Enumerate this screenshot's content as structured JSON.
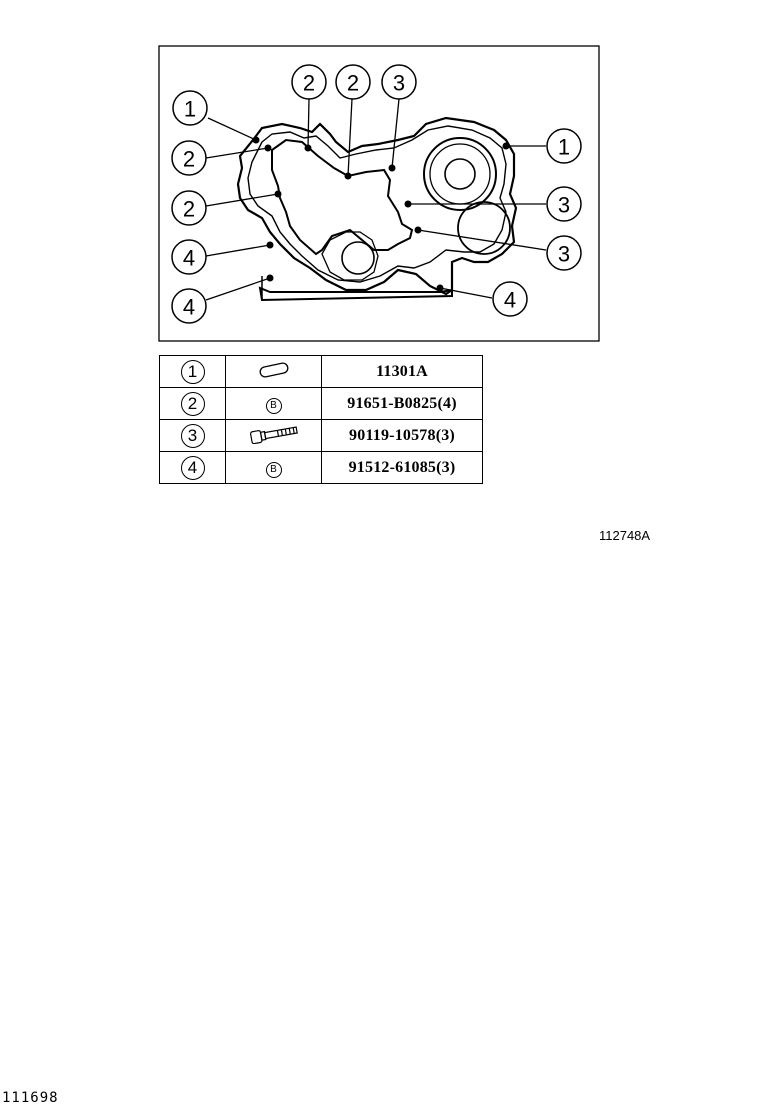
{
  "callouts": [
    {
      "label": "1"
    },
    {
      "label": "2"
    },
    {
      "label": "2"
    },
    {
      "label": "4"
    },
    {
      "label": "4"
    },
    {
      "label": "2"
    },
    {
      "label": "2"
    },
    {
      "label": "3"
    },
    {
      "label": "1"
    },
    {
      "label": "3"
    },
    {
      "label": "3"
    },
    {
      "label": "4"
    }
  ],
  "parts_table": {
    "rows": [
      {
        "num": "1",
        "icon": "dowel-pin-icon",
        "part": "11301A"
      },
      {
        "num": "2",
        "icon": "b-mark-icon",
        "icon_text": "B",
        "part": "91651-B0825(4)"
      },
      {
        "num": "3",
        "icon": "bolt-icon",
        "part": "90119-10578(3)"
      },
      {
        "num": "4",
        "icon": "b-mark-icon",
        "icon_text": "B",
        "part": "91512-61085(3)"
      }
    ]
  },
  "figure_code": "112748A",
  "page_code": "111698"
}
